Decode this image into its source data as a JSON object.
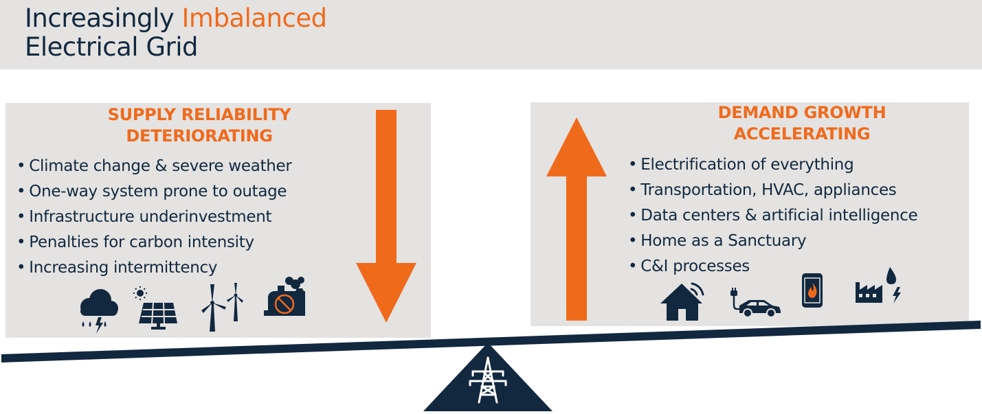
{
  "header": {
    "title_prefix": "Increasingly",
    "title_accent": "Imbalanced",
    "title_line2": "Electrical Grid"
  },
  "supply": {
    "heading_line1": "SUPPLY RELIABILITY",
    "heading_line2": "DETERIORATING",
    "items": [
      "Climate change & severe weather",
      "One-way system prone to outage",
      "Infrastructure underinvestment",
      "Penalties for carbon intensity",
      "Increasing intermittency"
    ],
    "icons": [
      "storm-cloud-icon",
      "solar-panel-icon",
      "wind-turbine-icon",
      "coal-plant-banned-icon"
    ],
    "arrow": "down"
  },
  "demand": {
    "heading_line1": "DEMAND GROWTH",
    "heading_line2": "ACCELERATING",
    "items": [
      "Electrification of everything",
      "Transportation, HVAC, appliances",
      "Data centers & artificial intelligence",
      "Home as a Sanctuary",
      "C&I processes"
    ],
    "icons": [
      "smart-home-icon",
      "electric-car-icon",
      "phone-fire-icon",
      "factory-power-icon"
    ],
    "arrow": "up"
  },
  "fulcrum_icon": "power-tower-icon",
  "colors": {
    "navy": "#12283f",
    "orange": "#f06a1c",
    "panel_gray": "#e4e3e1"
  }
}
